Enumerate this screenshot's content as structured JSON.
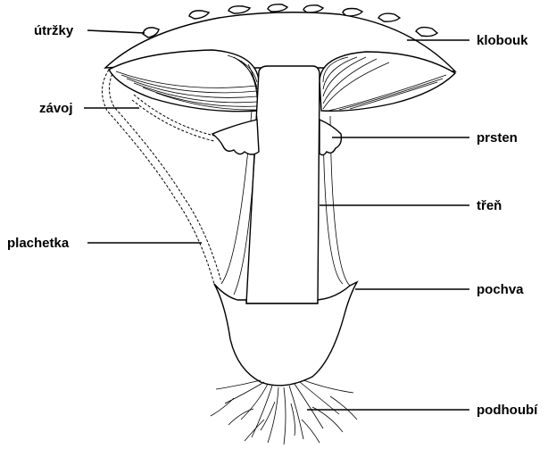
{
  "labels": {
    "utrzky": "útržky",
    "klobouk": "klobouk",
    "zavoj": "závoj",
    "prsten": "prsten",
    "tren": "třeň",
    "plachetka": "plachetka",
    "pochva": "pochva",
    "podhoubi": "podhoubí"
  }
}
